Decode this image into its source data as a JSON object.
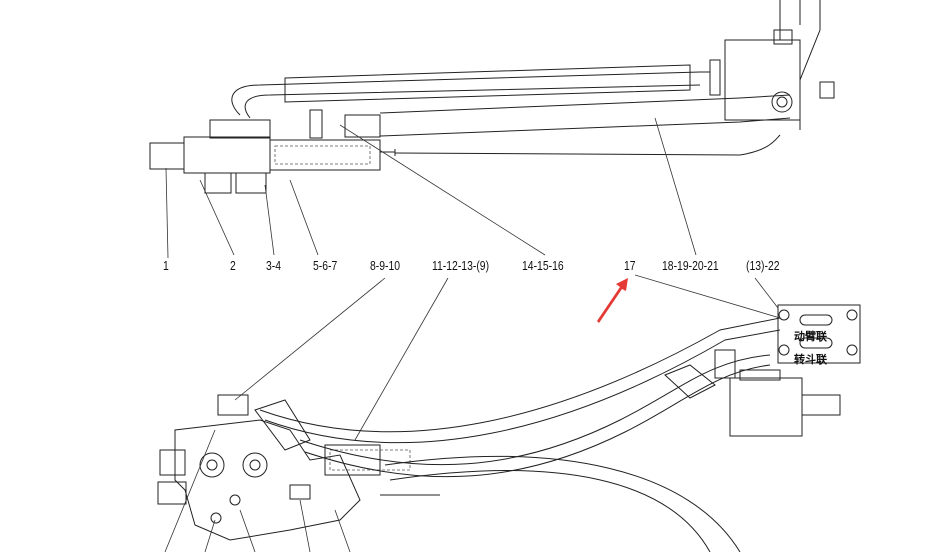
{
  "callouts": [
    {
      "label": "1"
    },
    {
      "label": "2"
    },
    {
      "label": "3-4"
    },
    {
      "label": "5-6-7"
    },
    {
      "label": "8-9-10"
    },
    {
      "label": "11-12-13-(9)"
    },
    {
      "label": "14-15-16"
    },
    {
      "label": "17"
    },
    {
      "label": "18-19-20-21"
    },
    {
      "label": "(13)-22"
    }
  ],
  "panel_labels": {
    "boom": "动臂联",
    "bucket": "转斗联"
  },
  "colors": {
    "line": "#222222",
    "arrow": "#e53935"
  }
}
